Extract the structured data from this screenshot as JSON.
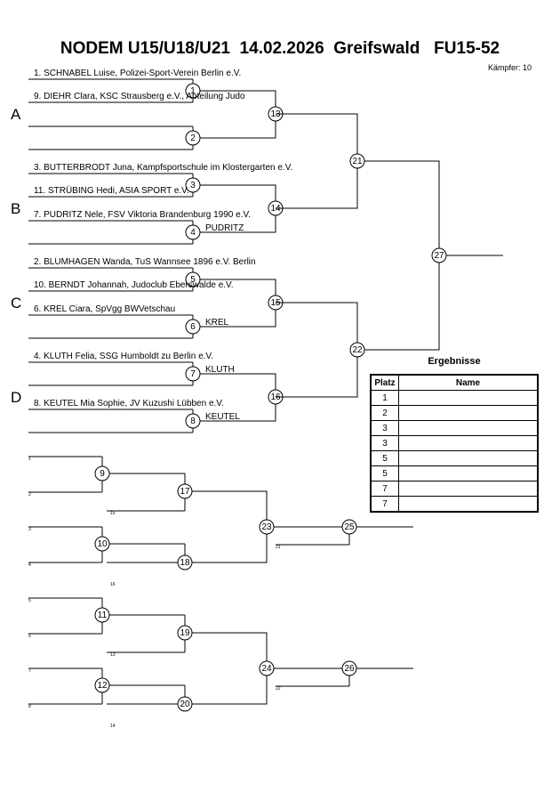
{
  "header": {
    "title": "NODEM U15/U18/U21  14.02.2026  Greifswald   FU15-52",
    "fighters_count": "Kämpfer: 10"
  },
  "pools": [
    {
      "label": "A",
      "fighters": [
        "1. SCHNABEL Luise, Polizei-Sport-Verein Berlin e.V.",
        "9. DIEHR Clara, KSC Strausberg e.V., Abteilung Judo",
        "",
        ""
      ],
      "nodes": [
        "1",
        "2"
      ],
      "advance": [
        "",
        ""
      ],
      "semi_node": "13",
      "semi_winner": ""
    },
    {
      "label": "B",
      "fighters": [
        "3. BUTTERBRODT Juna, Kampfsportschule im Klostergarten e.V.",
        "11. STRÜBING Hedi, ASIA SPORT e.V.",
        "7. PUDRITZ Nele, FSV Viktoria Brandenburg 1990 e.V.",
        ""
      ],
      "nodes": [
        "3",
        "4"
      ],
      "advance": [
        "",
        "PUDRITZ"
      ],
      "semi_node": "14",
      "semi_winner": ""
    },
    {
      "label": "C",
      "fighters": [
        "2. BLUMHAGEN Wanda, TuS Wannsee 1896 e.V. Berlin",
        "10. BERNDT Johannah, Judoclub Eberswalde e.V.",
        "6. KREL Ciara, SpVgg BWVetschau",
        ""
      ],
      "nodes": [
        "5",
        "6"
      ],
      "advance": [
        "",
        "KREL"
      ],
      "semi_node": "15",
      "semi_winner": ""
    },
    {
      "label": "D",
      "fighters": [
        "4. KLUTH Felia, SSG Humboldt zu Berlin e.V.",
        "",
        "8. KEUTEL Mia Sophie, JV Kuzushi Lübben e.V.",
        ""
      ],
      "nodes": [
        "7",
        "8"
      ],
      "advance": [
        "KLUTH",
        "KEUTEL"
      ],
      "semi_node": "16",
      "semi_winner": ""
    }
  ],
  "main_nodes": {
    "upper": "21",
    "lower": "22",
    "final": "27"
  },
  "repechage": [
    {
      "nodes": [
        "9",
        "10"
      ],
      "entry_refs": [
        "1",
        "2",
        "3",
        "4"
      ],
      "round2_nodes": [
        "17",
        "18"
      ],
      "round2_refs": [
        "15",
        "16"
      ],
      "semi_node": "23",
      "semi_ref": "21",
      "final_node": "25"
    },
    {
      "nodes": [
        "11",
        "12"
      ],
      "entry_refs": [
        "5",
        "6",
        "7",
        "8"
      ],
      "round2_nodes": [
        "19",
        "20"
      ],
      "round2_refs": [
        "13",
        "14"
      ],
      "semi_node": "24",
      "semi_ref": "22",
      "final_node": "26"
    }
  ],
  "results": {
    "title": "Ergebnisse",
    "header": [
      "Platz",
      "Name"
    ],
    "rows": [
      {
        "place": "1",
        "name": ""
      },
      {
        "place": "2",
        "name": ""
      },
      {
        "place": "3",
        "name": ""
      },
      {
        "place": "3",
        "name": ""
      },
      {
        "place": "5",
        "name": ""
      },
      {
        "place": "5",
        "name": ""
      },
      {
        "place": "7",
        "name": ""
      },
      {
        "place": "7",
        "name": ""
      }
    ]
  }
}
